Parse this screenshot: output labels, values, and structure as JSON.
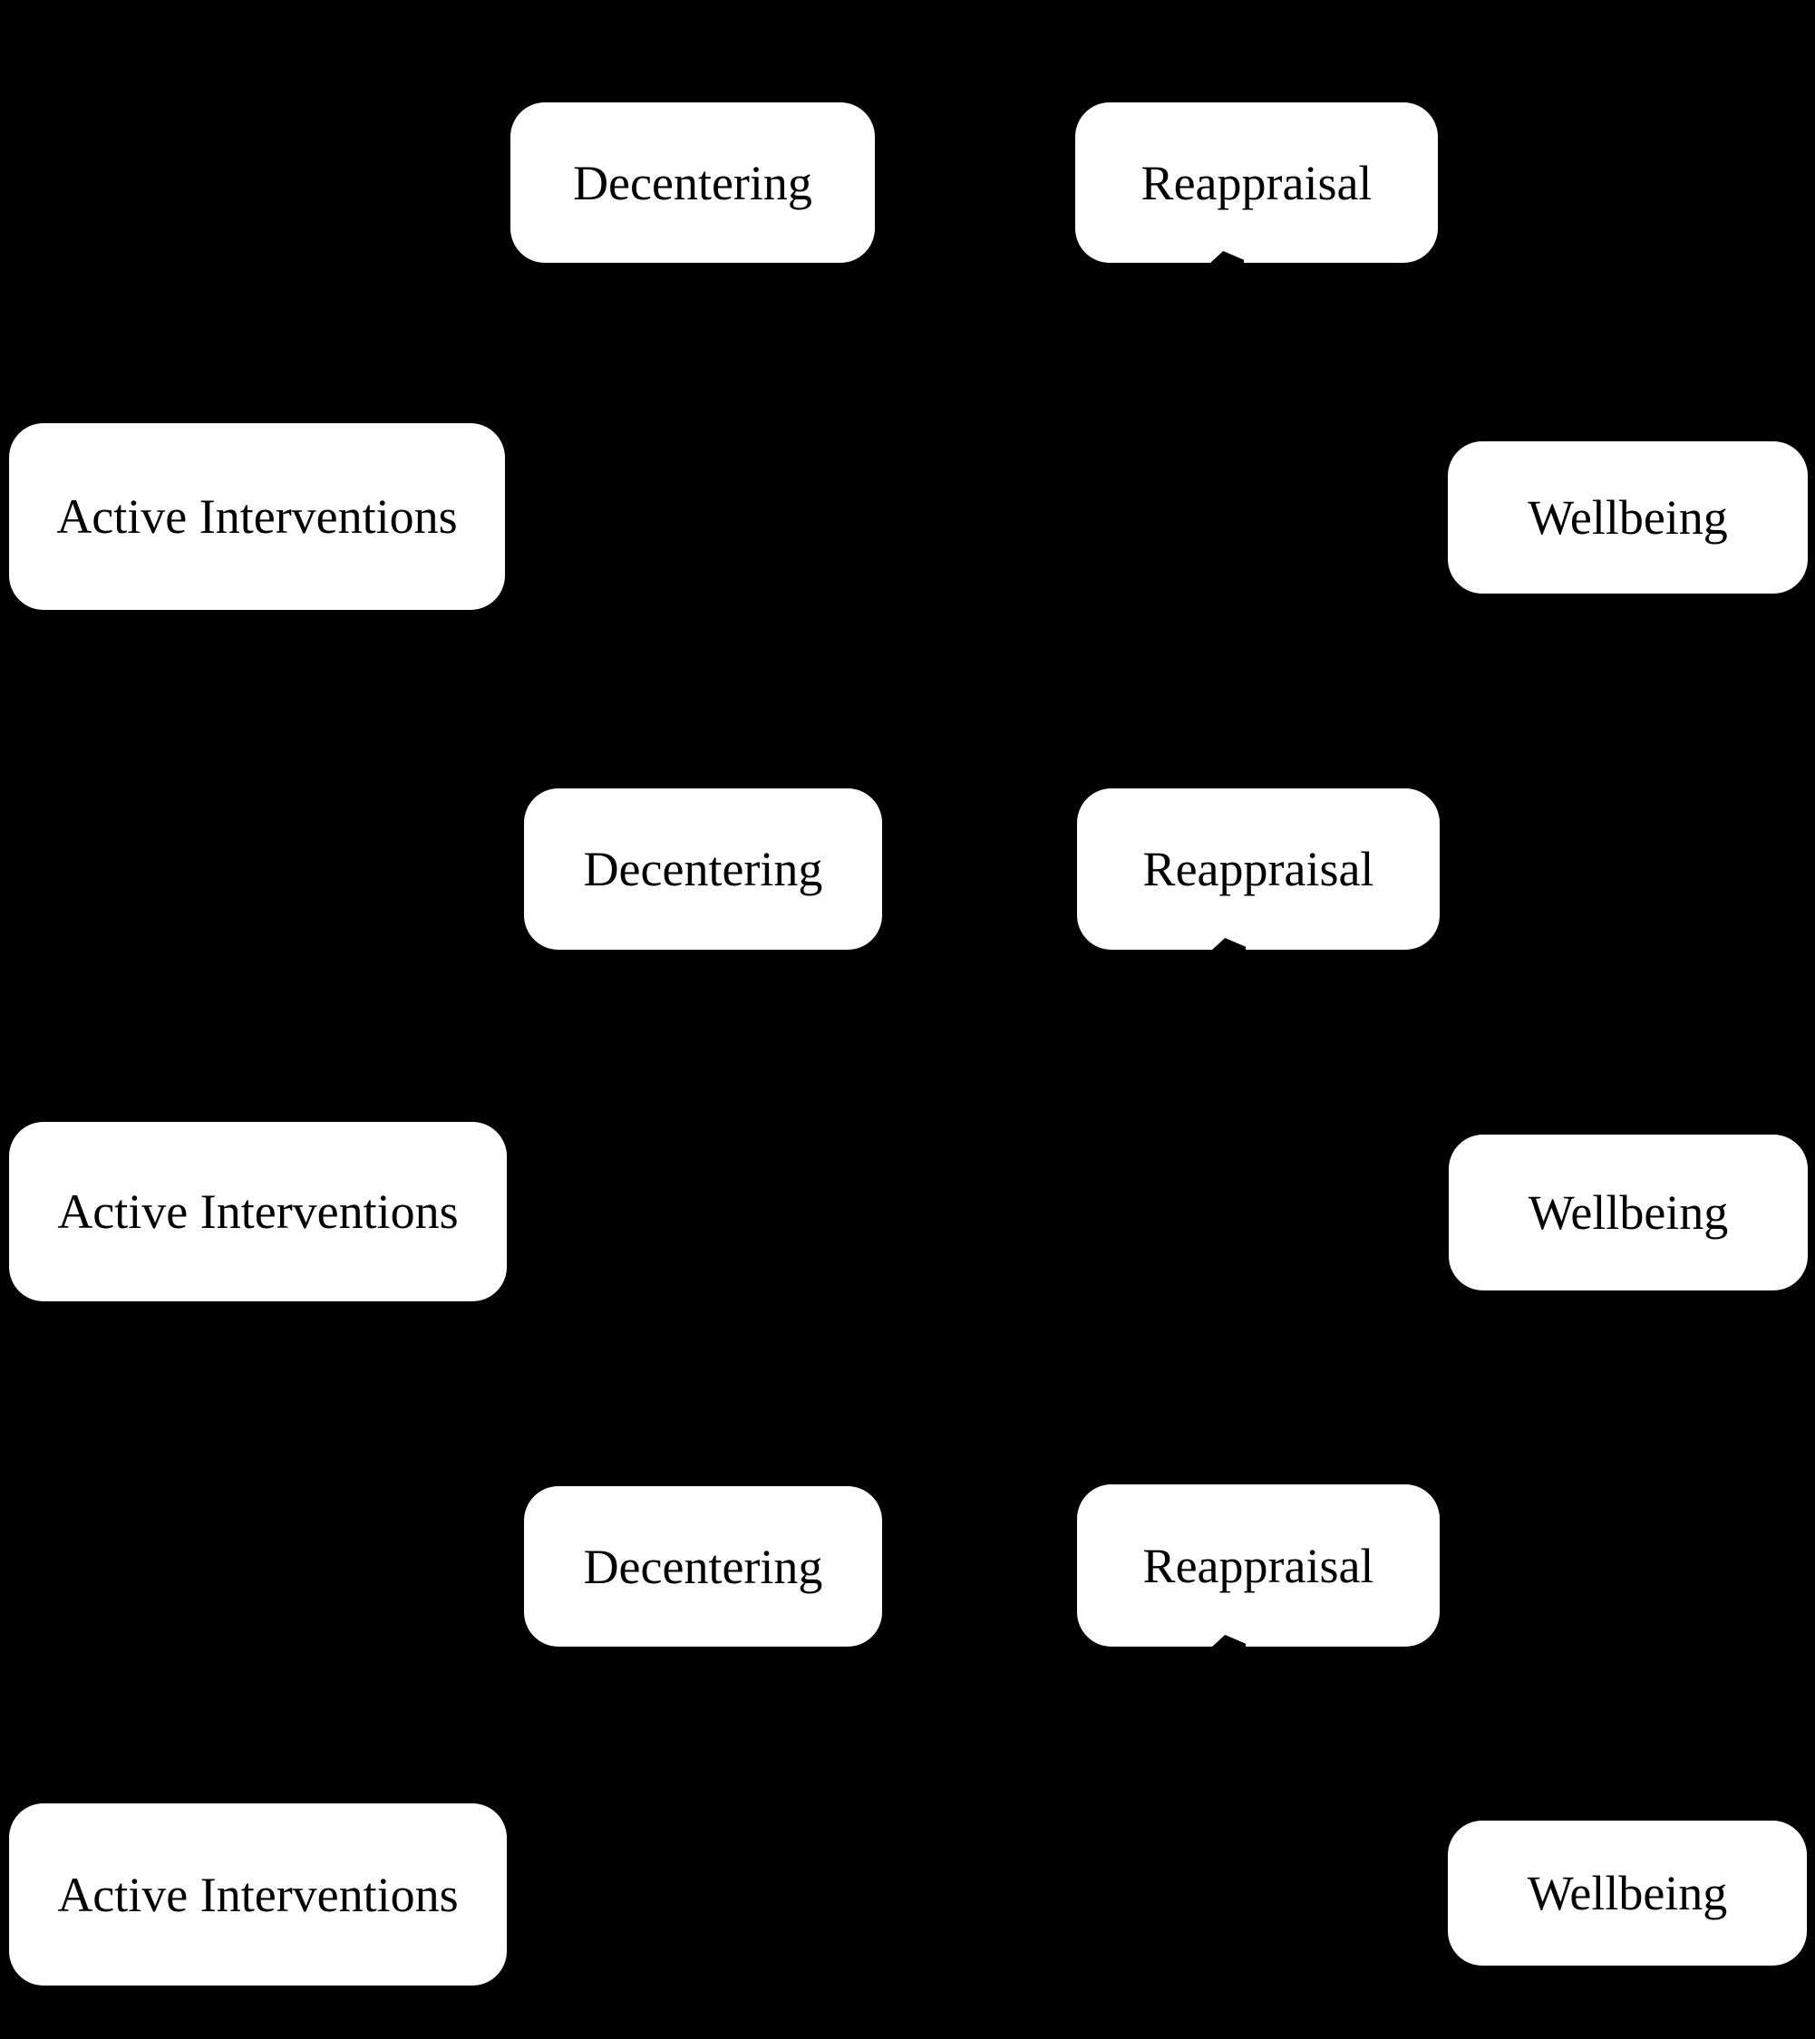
{
  "canvas": {
    "background_color": "#000000",
    "node_fill_color": "#ffffff",
    "node_text_color": "#000000"
  },
  "diagrams": [
    {
      "nodes": {
        "active": "Active Interventions",
        "decentering": "Decentering",
        "reappraisal": "Reappraisal",
        "wellbeing": "Wellbeing"
      }
    },
    {
      "nodes": {
        "active": "Active Interventions",
        "decentering": "Decentering",
        "reappraisal": "Reappraisal",
        "wellbeing": "Wellbeing"
      }
    },
    {
      "nodes": {
        "active": "Active Interventions",
        "decentering": "Decentering",
        "reappraisal": "Reappraisal",
        "wellbeing": "Wellbeing"
      }
    }
  ]
}
